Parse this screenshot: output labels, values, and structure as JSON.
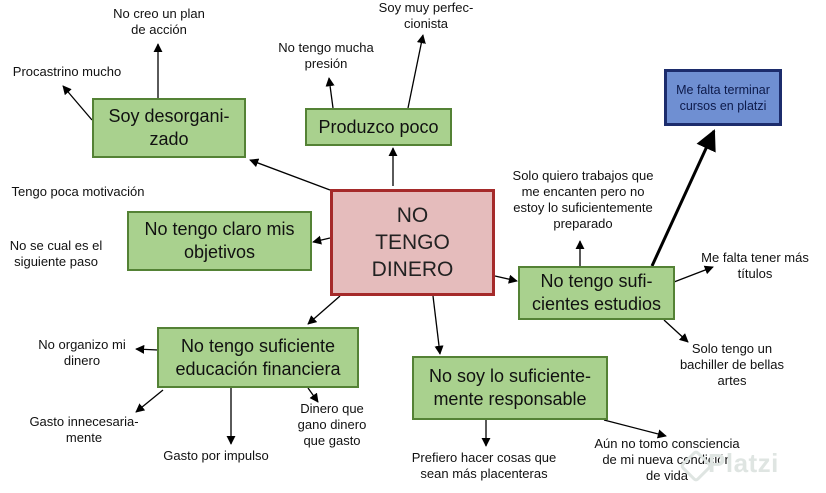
{
  "center": "NO\nTENGO\nDINERO",
  "nodes": {
    "desorganizado": "Soy desorgani-\nzado",
    "produzco": "Produzco poco",
    "objetivos": "No tengo claro mis\nobjetivos",
    "educacion": "No tengo suficiente\neducación financiera",
    "responsable": "No soy lo suficiente-\nmente responsable",
    "estudios": "No tengo sufi-\ncientes estudios",
    "cursos": "Me falta terminar\ncursos en platzi"
  },
  "labels": {
    "plan": "No creo un plan\nde acción",
    "procastrino": "Procastrino mucho",
    "presion": "No tengo mucha\npresión",
    "perfeccionista": "Soy muy perfec-\ncionista",
    "motivacion": "Tengo poca motivación",
    "siguiente": "No se cual es el\nsiguiente paso",
    "trabajos": "Solo quiero trabajos que\nme encanten pero no\nestoy lo suficientemente\npreparado",
    "titulos": "Me falta tener más\ntítulos",
    "bachiller": "Solo tengo un\nbachiller de bellas\nartes",
    "organizo": "No organizo mi\ndinero",
    "innecesario": "Gasto innecesaria-\nmente",
    "impulso": "Gasto por impulso",
    "dinero_gasto": "Dinero que\ngano dinero\nque gasto",
    "placenteras": "Prefiero hacer cosas que\nsean más placenteras",
    "consciencia": "Aún no tomo consciencia\nde mi nueva condición\nde vida"
  },
  "brand": "Platzi"
}
